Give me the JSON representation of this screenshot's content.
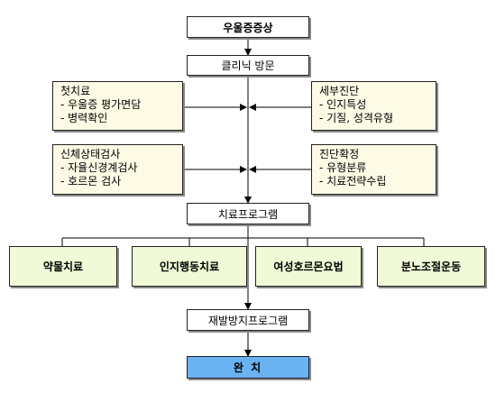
{
  "nodes": {
    "symptom": "우울증증상",
    "clinic": "클리닉 방문",
    "program": "치료프로그램",
    "relapse": "재발방지프로그램",
    "done": "완 치"
  },
  "side": {
    "first_treatment": {
      "title": "첫치료",
      "items": [
        "- 우울증 평가면담",
        "- 병력확인"
      ]
    },
    "detail_diagnosis": {
      "title": "세부진단",
      "items": [
        "- 인지특성",
        "- 기질, 성격유형"
      ]
    },
    "physical_exam": {
      "title": "신체상태검사",
      "items": [
        "- 자율신경계검사",
        "- 호르몬 검사"
      ]
    },
    "confirm_diagnosis": {
      "title": "진단확정",
      "items": [
        "- 유형분류",
        "- 치료전략수립"
      ]
    }
  },
  "treatments": [
    "약물치료",
    "인지행동치료",
    "여성호르몬요법",
    "분노조절운동"
  ],
  "colors": {
    "side_fill": "#fdfbe6",
    "treatment_fill": "#f0fad6",
    "done_fill": "#6ab2f2",
    "line": "#000000"
  }
}
